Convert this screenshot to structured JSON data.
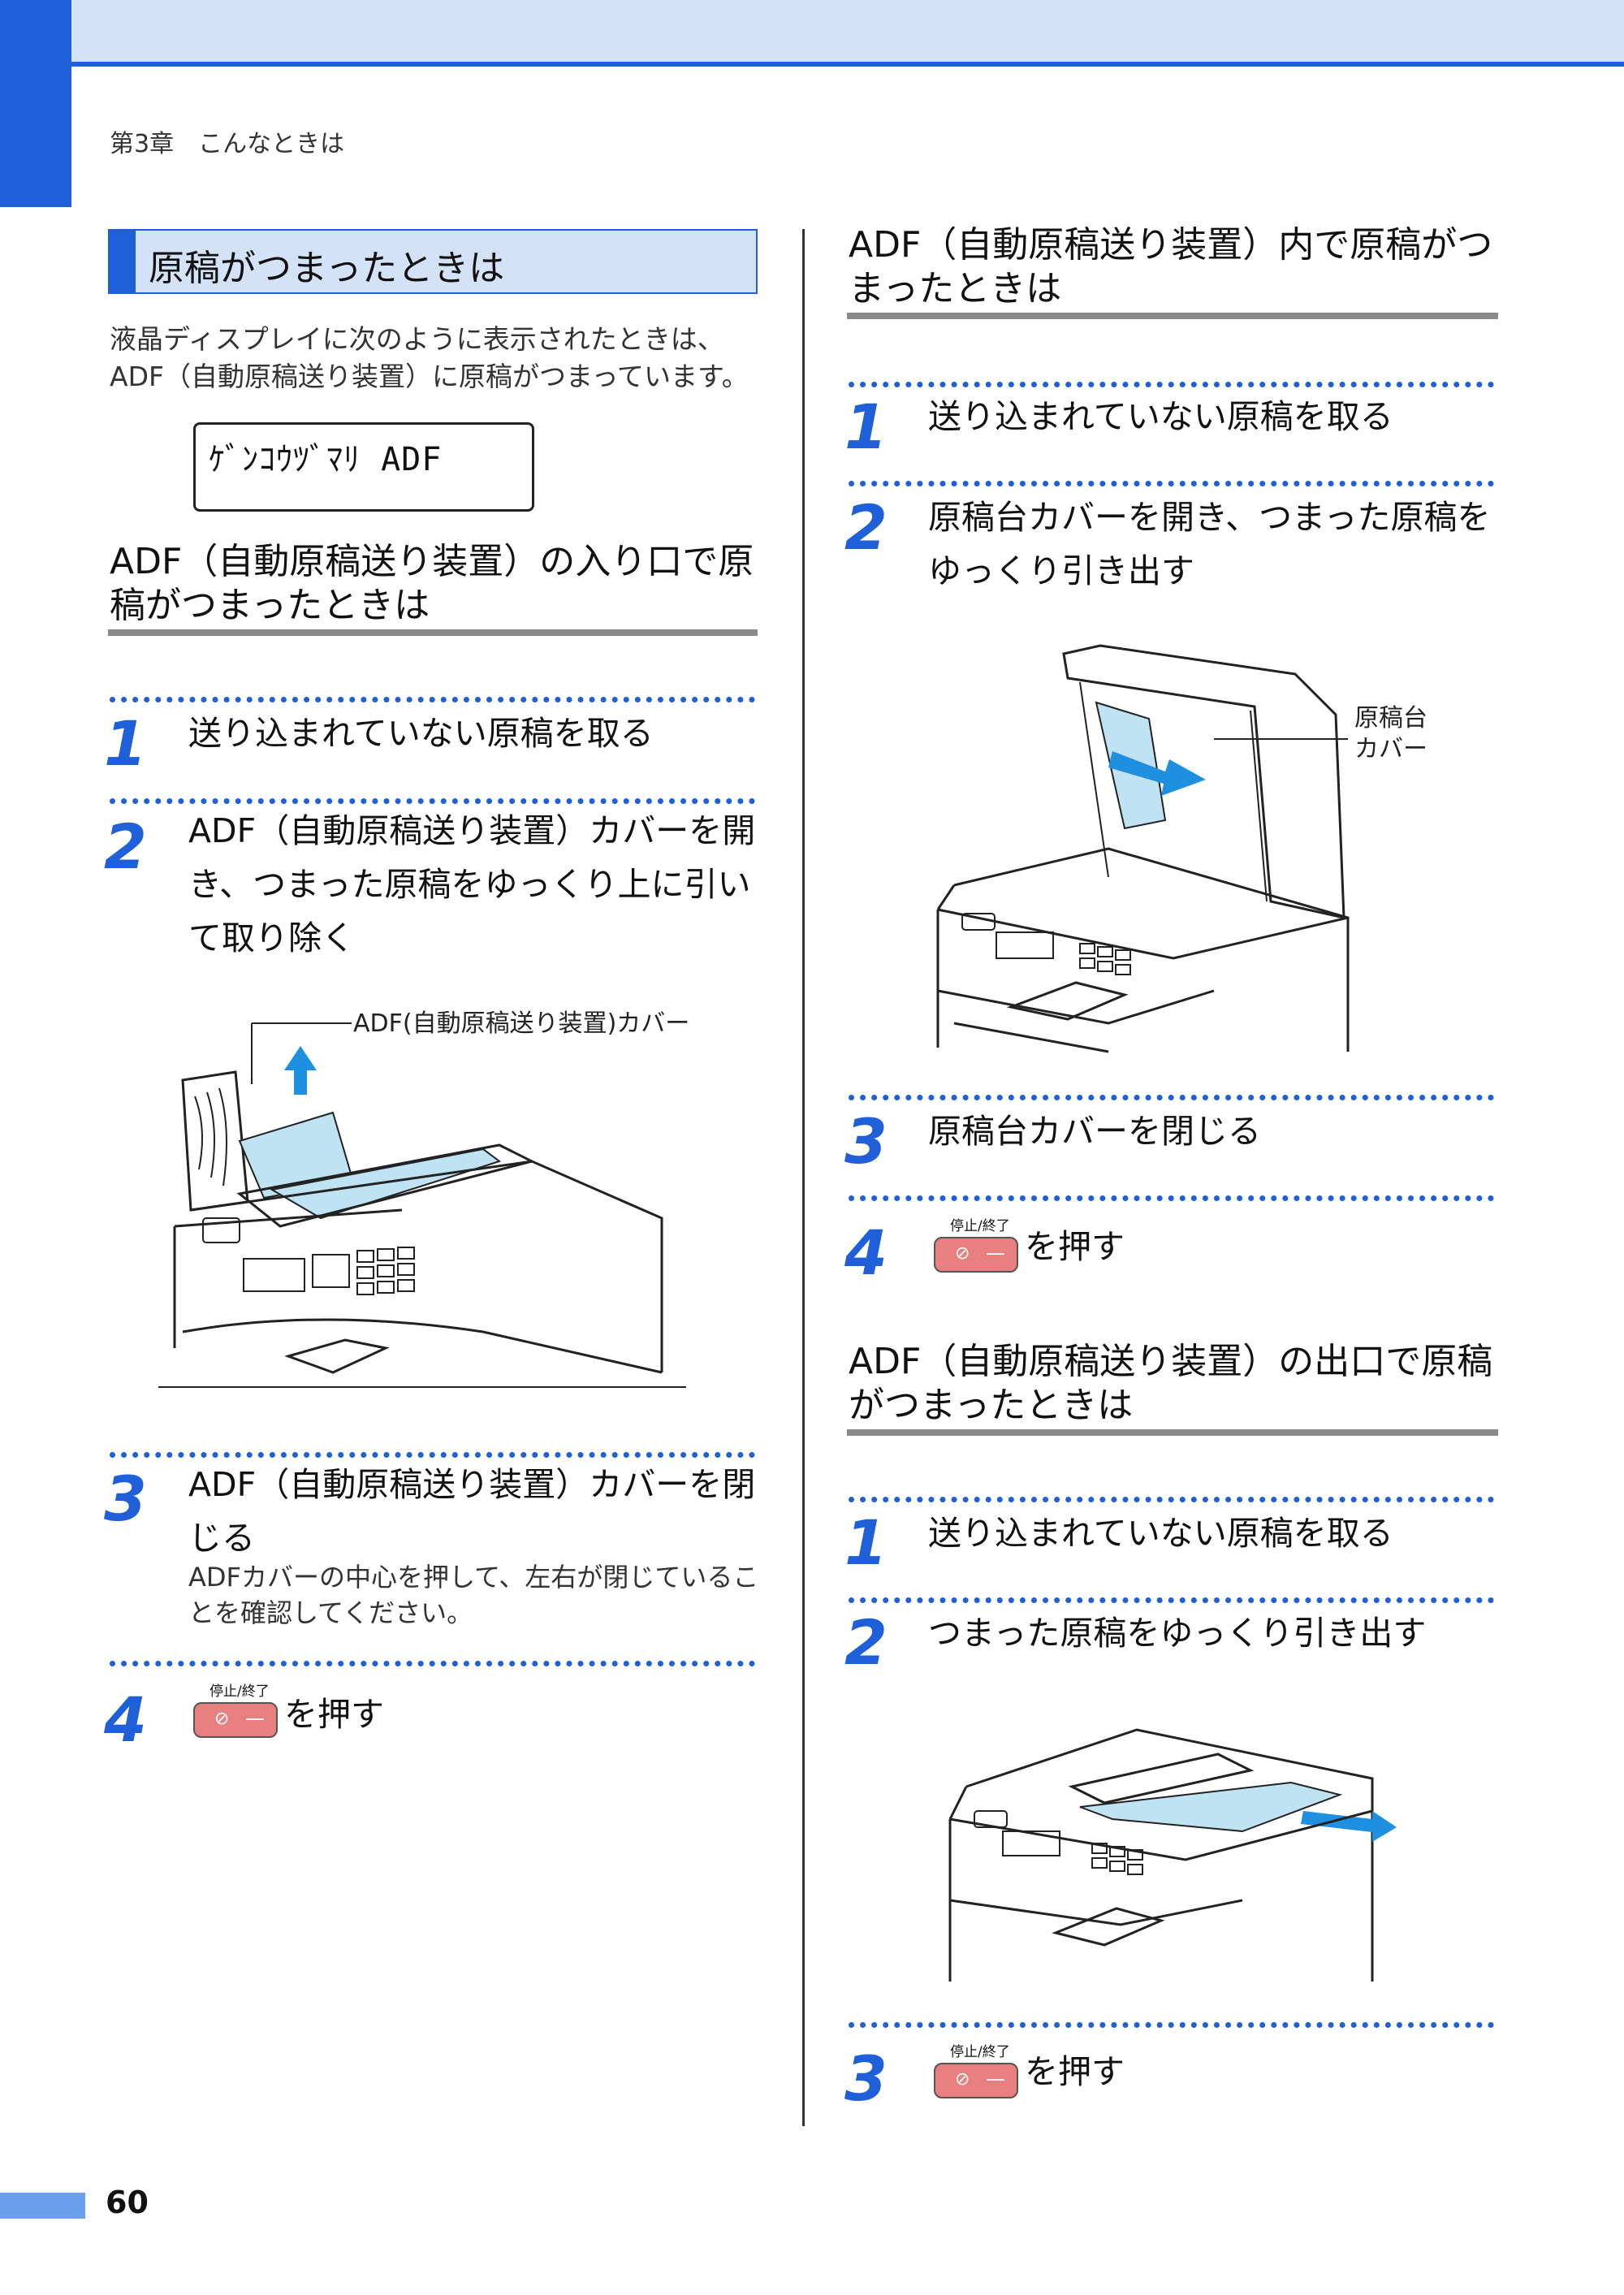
{
  "header": {
    "chapter": "第3章　こんなときは"
  },
  "section": {
    "title": "原稿がつまったときは",
    "intro": "液晶ディスプレイに次のように表示されたときは、ADF（自動原稿送り装置）に原稿がつまっています。",
    "lcd_message": "ｹﾞﾝｺｳﾂﾞﾏﾘ ADF"
  },
  "entrance": {
    "title": "ADF（自動原稿送り装置）の入り口で原稿がつまったときは",
    "steps": [
      {
        "num": "1",
        "text": "送り込まれていない原稿を取る"
      },
      {
        "num": "2",
        "text": "ADF（自動原稿送り装置）カバーを開き、つまった原稿をゆっくり上に引いて取り除く"
      },
      {
        "num": "3",
        "text": "ADF（自動原稿送り装置）カバーを閉じる",
        "note": "ADFカバーの中心を押して、左右が閉じていることを確認してください。"
      },
      {
        "num": "4",
        "text": "を押す"
      }
    ],
    "callout": "ADF(自動原稿送り装置)カバー"
  },
  "inside": {
    "title": "ADF（自動原稿送り装置）内で原稿がつまったときは",
    "steps": [
      {
        "num": "1",
        "text": "送り込まれていない原稿を取る"
      },
      {
        "num": "2",
        "text": "原稿台カバーを開き、つまった原稿をゆっくり引き出す"
      },
      {
        "num": "3",
        "text": "原稿台カバーを閉じる"
      },
      {
        "num": "4",
        "text": "を押す"
      }
    ],
    "callout": "原稿台カバー"
  },
  "exit": {
    "title": "ADF（自動原稿送り装置）の出口で原稿がつまったときは",
    "steps": [
      {
        "num": "1",
        "text": "送り込まれていない原稿を取る"
      },
      {
        "num": "2",
        "text": "つまった原稿をゆっくり引き出す"
      },
      {
        "num": "3",
        "text": "を押す"
      }
    ]
  },
  "stop_button": {
    "label": "停止/終了",
    "symbol": "⊘",
    "dash": "—",
    "color": "#e88080"
  },
  "colors": {
    "accent": "#1f5fd8",
    "band": "#d3e2f6"
  },
  "footer": {
    "page_number": "60"
  }
}
